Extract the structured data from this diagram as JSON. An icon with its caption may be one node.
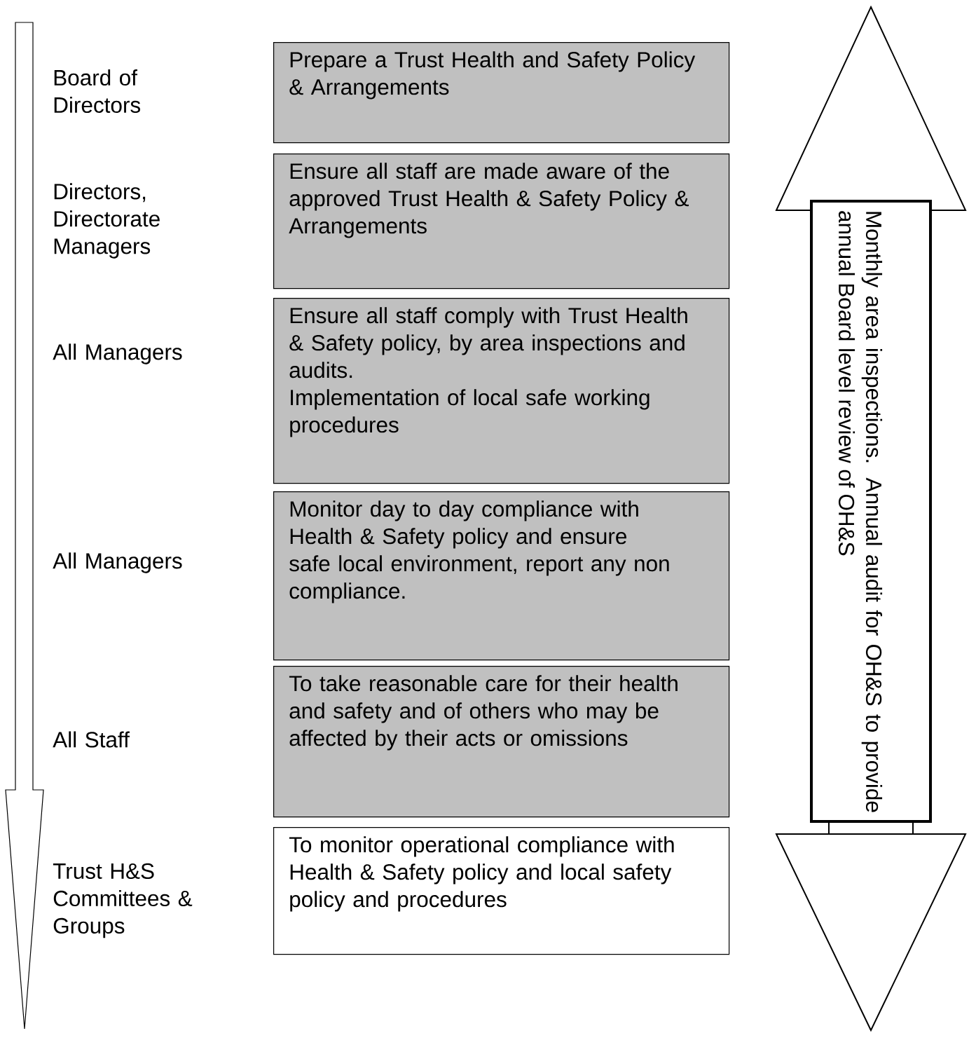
{
  "diagram": {
    "nodes": [
      {
        "text": [
          "Prepare a Trust Health and Safety Policy & Arrangements"
        ]
      },
      {
        "text": [
          "Ensure all staff are made aware of the approved Trust Health & Safety Policy & Arrangements"
        ]
      },
      {
        "text": [
          "Ensure all staff comply with Trust Health & Safety policy, by area inspections and audits.",
          "Implementation of local safe working procedures"
        ]
      },
      {
        "text": [
          "Monitor day to day compliance with Health & Safety policy and ensure safe local environment, report any non compliance."
        ]
      },
      {
        "text": [
          "To take reasonable care for their health and safety and of others who may be affected by their acts or omissions"
        ]
      },
      {
        "text": [
          "To monitor operational compliance with Health & Safety policy and local safety policy and procedures"
        ]
      },
      {
        "text": [
          "Monthly area inspections.  Annual audit for OH&S to provide annual Board level review of OH&S"
        ]
      }
    ],
    "labels": [
      "Board of Directors",
      "Directors, Directorate Managers",
      "All Managers",
      "All Managers",
      "All Staff",
      "Trust H&S Committees & Groups"
    ]
  }
}
